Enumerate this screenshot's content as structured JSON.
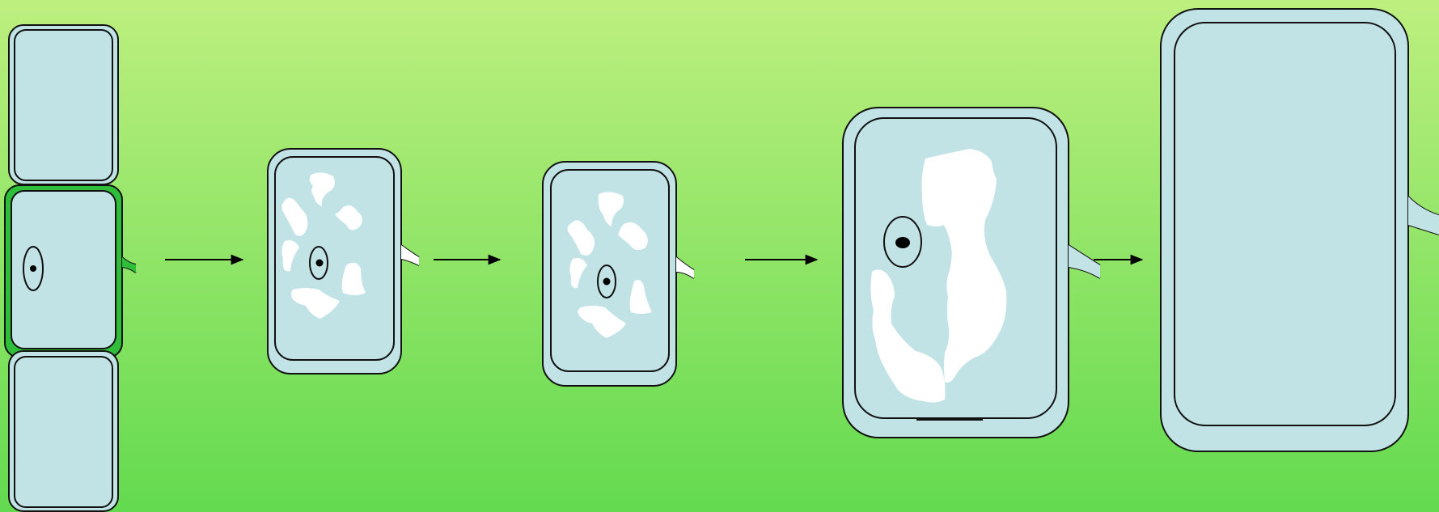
{
  "diagram": {
    "description": "",
    "stages": [
      {
        "id": "stage-1",
        "shows_nucleus": true,
        "neighbor_cells": true
      },
      {
        "id": "stage-2",
        "shows_nucleus": true,
        "vacuoles": "many-small"
      },
      {
        "id": "stage-3",
        "shows_nucleus": true,
        "vacuoles": "many-small"
      },
      {
        "id": "stage-4",
        "shows_nucleus": true,
        "vacuoles": "merging-large"
      },
      {
        "id": "stage-5",
        "shows_nucleus": false,
        "vacuoles": "none"
      }
    ],
    "arrow_count": 4
  },
  "colors": {
    "background_top": "#bdef7f",
    "background_bottom": "#63da4f",
    "cell_fill": "#c2e3e6",
    "cell_stroke": "#111111",
    "vacuole_fill": "#ffffff",
    "active_cell_wall": "#2fbe3a",
    "nucleus_dot": "#000000"
  },
  "icons": {
    "arrow": "right-arrow-icon",
    "plasmodesma": "plasmodesma-icon"
  }
}
